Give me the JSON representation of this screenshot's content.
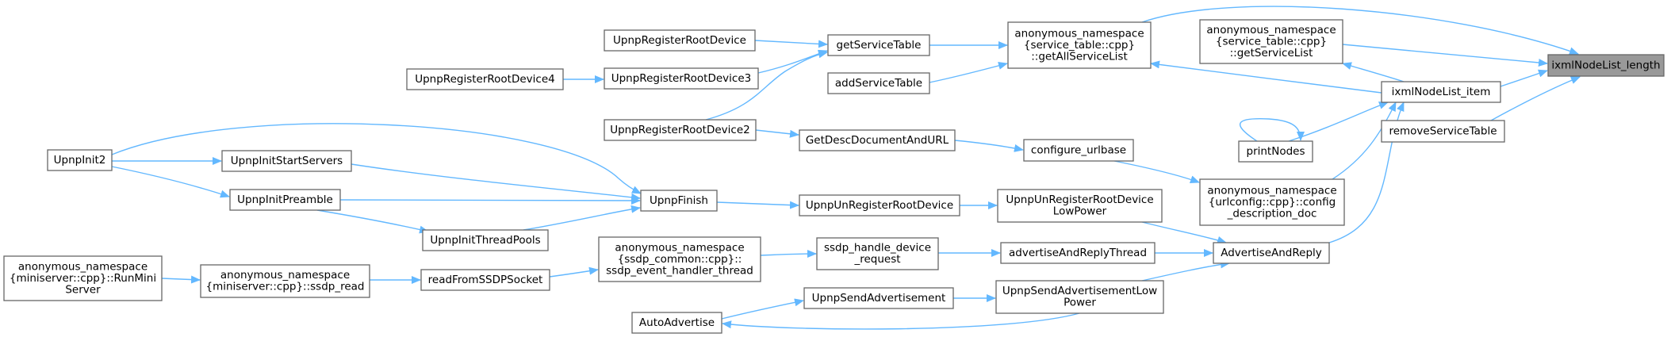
{
  "colors": {
    "edge": "#63b8ff",
    "node_border": "#666666",
    "node_fill": "#ffffff",
    "focus_fill": "#999999",
    "text": "#000000",
    "background": "#ffffff"
  },
  "nodes": [
    {
      "id": "ixmlNodeList_length",
      "lines": [
        "ixmlNodeList_length"
      ],
      "focus": true
    },
    {
      "id": "anon_getAllServiceList",
      "lines": [
        "anonymous_namespace",
        "{service_table::cpp}",
        "::getAllServiceList"
      ]
    },
    {
      "id": "anon_getServiceList",
      "lines": [
        "anonymous_namespace",
        "{service_table::cpp}",
        "::getServiceList"
      ]
    },
    {
      "id": "ixmlNodeList_item",
      "lines": [
        "ixmlNodeList_item"
      ]
    },
    {
      "id": "removeServiceTable",
      "lines": [
        "removeServiceTable"
      ]
    },
    {
      "id": "getServiceTable",
      "lines": [
        "getServiceTable"
      ]
    },
    {
      "id": "addServiceTable",
      "lines": [
        "addServiceTable"
      ]
    },
    {
      "id": "UpnpRegisterRootDevice",
      "lines": [
        "UpnpRegisterRootDevice"
      ]
    },
    {
      "id": "UpnpRegisterRootDevice3",
      "lines": [
        "UpnpRegisterRootDevice3"
      ]
    },
    {
      "id": "UpnpRegisterRootDevice4",
      "lines": [
        "UpnpRegisterRootDevice4"
      ]
    },
    {
      "id": "UpnpRegisterRootDevice2",
      "lines": [
        "UpnpRegisterRootDevice2"
      ]
    },
    {
      "id": "printNodes",
      "lines": [
        "printNodes"
      ]
    },
    {
      "id": "anon_config_description_doc",
      "lines": [
        "anonymous_namespace",
        "{urlconfig::cpp}::config",
        "_description_doc"
      ]
    },
    {
      "id": "AdvertiseAndReply",
      "lines": [
        "AdvertiseAndReply"
      ]
    },
    {
      "id": "configure_urlbase",
      "lines": [
        "configure_urlbase"
      ]
    },
    {
      "id": "GetDescDocumentAndURL",
      "lines": [
        "GetDescDocumentAndURL"
      ]
    },
    {
      "id": "UpnpUnRegisterRootDeviceLowPower",
      "lines": [
        "UpnpUnRegisterRootDevice",
        "LowPower"
      ]
    },
    {
      "id": "advertiseAndReplyThread",
      "lines": [
        "advertiseAndReplyThread"
      ]
    },
    {
      "id": "UpnpSendAdvertisementLowPower",
      "lines": [
        "UpnpSendAdvertisementLow",
        "Power"
      ]
    },
    {
      "id": "UpnpUnRegisterRootDevice",
      "lines": [
        "UpnpUnRegisterRootDevice"
      ]
    },
    {
      "id": "UpnpFinish",
      "lines": [
        "UpnpFinish"
      ]
    },
    {
      "id": "UpnpInit2",
      "lines": [
        "UpnpInit2"
      ]
    },
    {
      "id": "UpnpInitStartServers",
      "lines": [
        "UpnpInitStartServers"
      ]
    },
    {
      "id": "UpnpInitPreamble",
      "lines": [
        "UpnpInitPreamble"
      ]
    },
    {
      "id": "UpnpInitThreadPools",
      "lines": [
        "UpnpInitThreadPools"
      ]
    },
    {
      "id": "ssdp_handle_device_request",
      "lines": [
        "ssdp_handle_device",
        "_request"
      ]
    },
    {
      "id": "anon_ssdp_event_handler_thread",
      "lines": [
        "anonymous_namespace",
        "{ssdp_common::cpp}::",
        "ssdp_event_handler_thread"
      ]
    },
    {
      "id": "readFromSSDPSocket",
      "lines": [
        "readFromSSDPSocket"
      ]
    },
    {
      "id": "anon_ssdp_read",
      "lines": [
        "anonymous_namespace",
        "{miniserver::cpp}::ssdp_read"
      ]
    },
    {
      "id": "anon_RunMiniServer",
      "lines": [
        "anonymous_namespace",
        "{miniserver::cpp}::RunMini",
        "Server"
      ]
    },
    {
      "id": "UpnpSendAdvertisement",
      "lines": [
        "UpnpSendAdvertisement"
      ]
    },
    {
      "id": "AutoAdvertise",
      "lines": [
        "AutoAdvertise"
      ]
    }
  ]
}
